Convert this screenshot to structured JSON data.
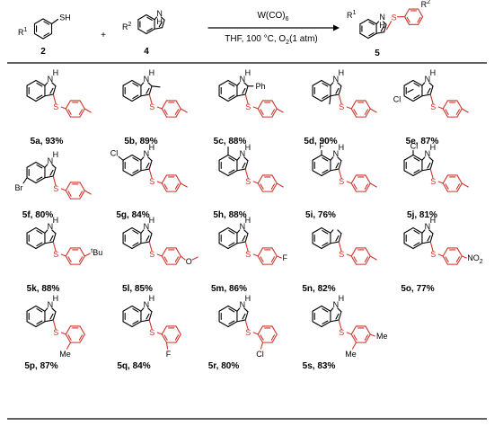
{
  "reaction": {
    "reagent_1": {
      "atom": "SH",
      "substituent": "R",
      "substituent_index": "1",
      "number": "2"
    },
    "plus": "+",
    "reagent_2": {
      "substituent": "R",
      "substituent_index": "2",
      "nh": "N",
      "h": "H",
      "number": "4"
    },
    "catalyst": "W(CO)",
    "catalyst_index": "6",
    "conditions": "THF, 100 °C, O",
    "conditions_o2_index": "2",
    "conditions_pressure": "(1 atm)",
    "product": {
      "atom": "S",
      "r1": "R",
      "r1_index": "1",
      "r2": "R",
      "r2_index": "2",
      "nh": "N",
      "h": "H",
      "number": "5"
    }
  },
  "colors": {
    "black": "#000000",
    "red": "#d0352b"
  },
  "products": [
    {
      "id": "5a",
      "label": "5a, 93%",
      "indole": "",
      "aryl": "4-Me"
    },
    {
      "id": "5b",
      "label": "5b, 89%",
      "indole": "2-Me",
      "aryl": "4-Me"
    },
    {
      "id": "5c",
      "label": "5c, 88%",
      "indole": "2-Ph",
      "aryl": "4-Me"
    },
    {
      "id": "5d",
      "label": "5d, 90%",
      "indole": "4-Me",
      "aryl": "4-Me"
    },
    {
      "id": "5e",
      "label": "5e, 87%",
      "indole": "5-Cl",
      "aryl": "4-Me"
    },
    {
      "id": "5f",
      "label": "5f, 80%",
      "indole": "5-Br",
      "aryl": "4-Me"
    },
    {
      "id": "5g",
      "label": "5g, 84%",
      "indole": "6-Cl",
      "aryl": "4-Me"
    },
    {
      "id": "5h",
      "label": "5h, 88%",
      "indole": "7-Me",
      "aryl": "4-Me"
    },
    {
      "id": "5i",
      "label": "5i, 76%",
      "indole": "7-F",
      "aryl": "4-Me"
    },
    {
      "id": "5j",
      "label": "5j, 81%",
      "indole": "7-Cl",
      "aryl": "4-Me"
    },
    {
      "id": "5k",
      "label": "5k, 88%",
      "indole": "",
      "aryl": "4-tBu"
    },
    {
      "id": "5l",
      "label": "5l, 85%",
      "indole": "",
      "aryl": "4-OMe"
    },
    {
      "id": "5m",
      "label": "5m, 86%",
      "indole": "",
      "aryl": "4-F"
    },
    {
      "id": "5n",
      "label": "5n, 82%",
      "indole": "",
      "aryl": "4-Me"
    },
    {
      "id": "5o",
      "label": "5o, 77%",
      "indole": "",
      "aryl": "4-NO2"
    },
    {
      "id": "5p",
      "label": "5p, 87%",
      "indole": "",
      "aryl": "2-Me"
    },
    {
      "id": "5q",
      "label": "5q, 84%",
      "indole": "",
      "aryl": "2-F"
    },
    {
      "id": "5r",
      "label": "5r, 80%",
      "indole": "",
      "aryl": "2-Cl"
    },
    {
      "id": "5s",
      "label": "5s, 83%",
      "indole": "",
      "aryl": "2,4-diMe"
    }
  ],
  "atom_labels": {
    "nh_n": "N",
    "nh_h": "H",
    "s": "S",
    "me": "Me",
    "ph": "Ph",
    "cl": "Cl",
    "br": "Br",
    "f": "F",
    "o": "O",
    "no2": "NO",
    "no2_index": "2",
    "tbu_t": "t",
    "tbu_bu": "Bu"
  }
}
